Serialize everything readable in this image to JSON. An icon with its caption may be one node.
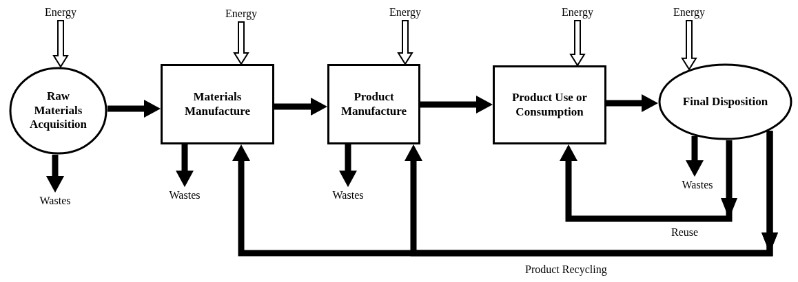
{
  "diagram": {
    "nodes": [
      {
        "text": [
          "Raw Materials Acquisition"
        ]
      },
      {
        "text": [
          "Materials Manufacture"
        ]
      },
      {
        "text": [
          "Product Manufacture"
        ]
      },
      {
        "text": [
          "Product Use or Consumption"
        ]
      },
      {
        "text": [
          "Final Disposition"
        ]
      },
      {
        "text": [
          "Energy"
        ]
      },
      {
        "text": [
          "Energy"
        ]
      },
      {
        "text": [
          "Energy"
        ]
      },
      {
        "text": [
          "Energy"
        ]
      },
      {
        "text": [
          "Energy"
        ]
      },
      {
        "text": [
          "Wastes"
        ]
      },
      {
        "text": [
          "Wastes"
        ]
      },
      {
        "text": [
          "Wastes"
        ]
      },
      {
        "text": [
          "Wastes"
        ]
      }
    ],
    "edges": [
      {
        "from": 0,
        "to": 1,
        "arrow": "to"
      },
      {
        "from": 1,
        "to": 2,
        "arrow": "to"
      },
      {
        "from": 2,
        "to": 3,
        "arrow": "to"
      },
      {
        "from": 3,
        "to": 4,
        "arrow": "to"
      },
      {
        "from": 5,
        "to": 0,
        "arrow": "to"
      },
      {
        "from": 6,
        "to": 1,
        "arrow": "to"
      },
      {
        "from": 7,
        "to": 2,
        "arrow": "to"
      },
      {
        "from": 8,
        "to": 3,
        "arrow": "to"
      },
      {
        "from": 9,
        "to": 4,
        "arrow": "to"
      },
      {
        "from": 0,
        "to": 10,
        "arrow": "to"
      },
      {
        "from": 1,
        "to": 11,
        "arrow": "to"
      },
      {
        "from": 2,
        "to": 12,
        "arrow": "to"
      },
      {
        "from": 4,
        "to": 13,
        "arrow": "to"
      },
      {
        "from": 4,
        "to": 3,
        "arrow": "to",
        "label": "Reuse"
      },
      {
        "from": 4,
        "to": 1,
        "arrow": "to",
        "label": "Product Recycling"
      },
      {
        "from": 4,
        "to": 2,
        "arrow": "to"
      }
    ]
  }
}
